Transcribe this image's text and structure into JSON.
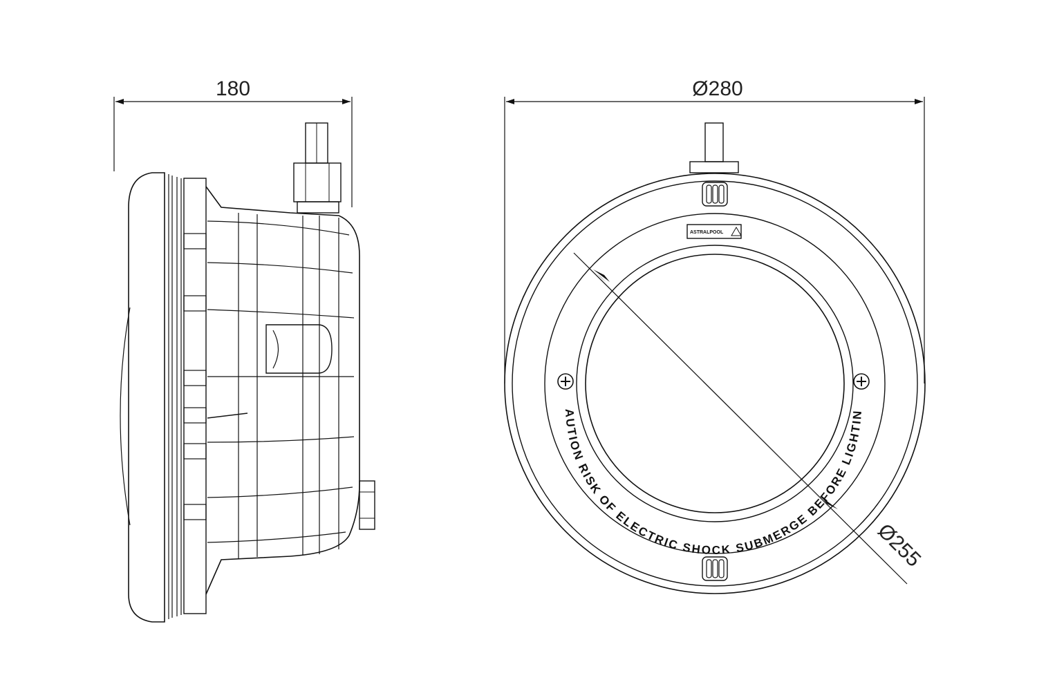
{
  "side_view": {
    "width_dimension": "180"
  },
  "front_view": {
    "outer_diameter": "Ø280",
    "inner_diameter": "Ø255",
    "caution_text": "CAUTION RISK OF ELECTRIC SHOCK SUBMERGE BEFORE LIGHTING",
    "brand_label": "ASTRALPOOL"
  },
  "colors": {
    "line": "#111111",
    "background": "#ffffff"
  }
}
